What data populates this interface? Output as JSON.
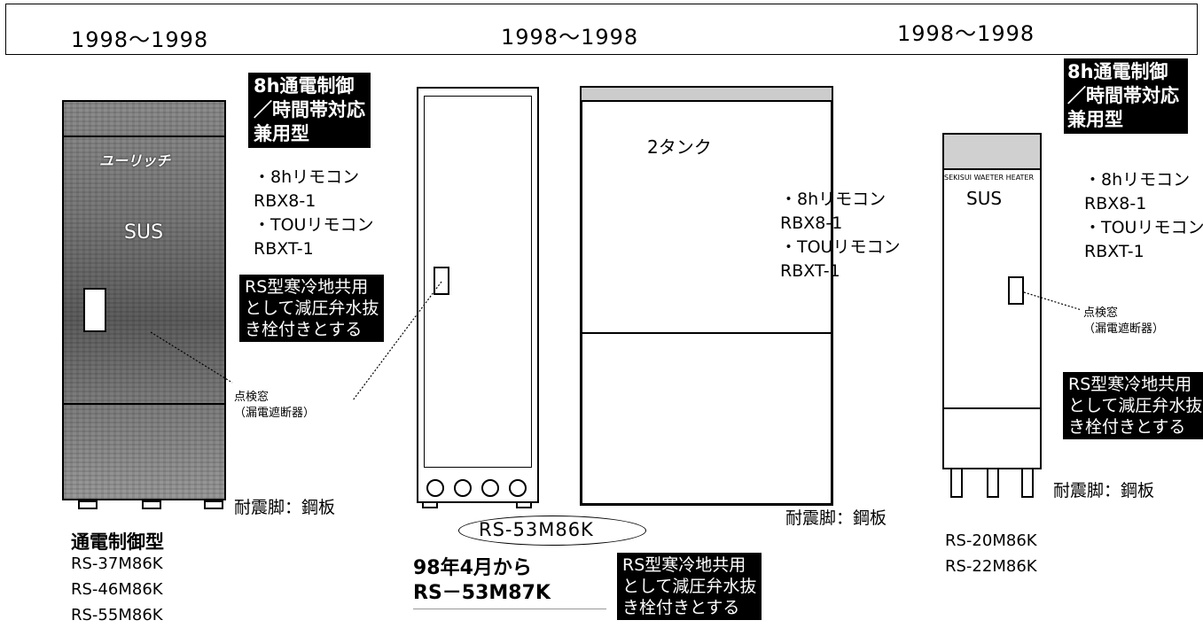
{
  "years": [
    "1998～1998",
    "1998～1998",
    "1998～1998"
  ],
  "left_unit": {
    "brand_logo": "ユーリッチ",
    "material": "SUS",
    "control_badge": "8h通電制御\n／時間帯対応\n兼用型",
    "remotes": "・8hリモコン\nRBX8-1\n・TOUリモコン\nRBXT-1",
    "cold_note": "RS型寒冷地共用\nとして減圧弁水抜\nき栓付きとする",
    "inspection_window": "点検窓\n（漏電遮断器）",
    "legs": "耐震脚：鋼板",
    "type_label": "通電制御型",
    "models": [
      "RS-37M86K",
      "RS-46M86K",
      "RS-55M86K"
    ]
  },
  "center_unit": {
    "tank_label": "2タンク",
    "remotes": "・8hリモコン\nRBX8-1\n・TOUリモコン\nRBXT-1",
    "legs": "耐震脚：鋼板",
    "model_circled": "RS-53M86K",
    "change_note": "98年4月から\nRS－53M87K",
    "cold_note": "RS型寒冷地共用\nとして減圧弁水抜\nき栓付きとする"
  },
  "right_unit": {
    "control_badge": "8h通電制御\n／時間帯対応\n兼用型",
    "maker_text": "SEKISUI WAETER HEATER",
    "material": "SUS",
    "remotes": "・8hリモコン\nRBX8-1\n・TOUリモコン\nRBXT-1",
    "inspection_window": "点検窓\n（漏電遮断器）",
    "cold_note": "RS型寒冷地共用\nとして減圧弁水抜\nき栓付きとする",
    "legs": "耐震脚：鋼板",
    "models": [
      "RS-20M86K",
      "RS-22M86K"
    ]
  }
}
